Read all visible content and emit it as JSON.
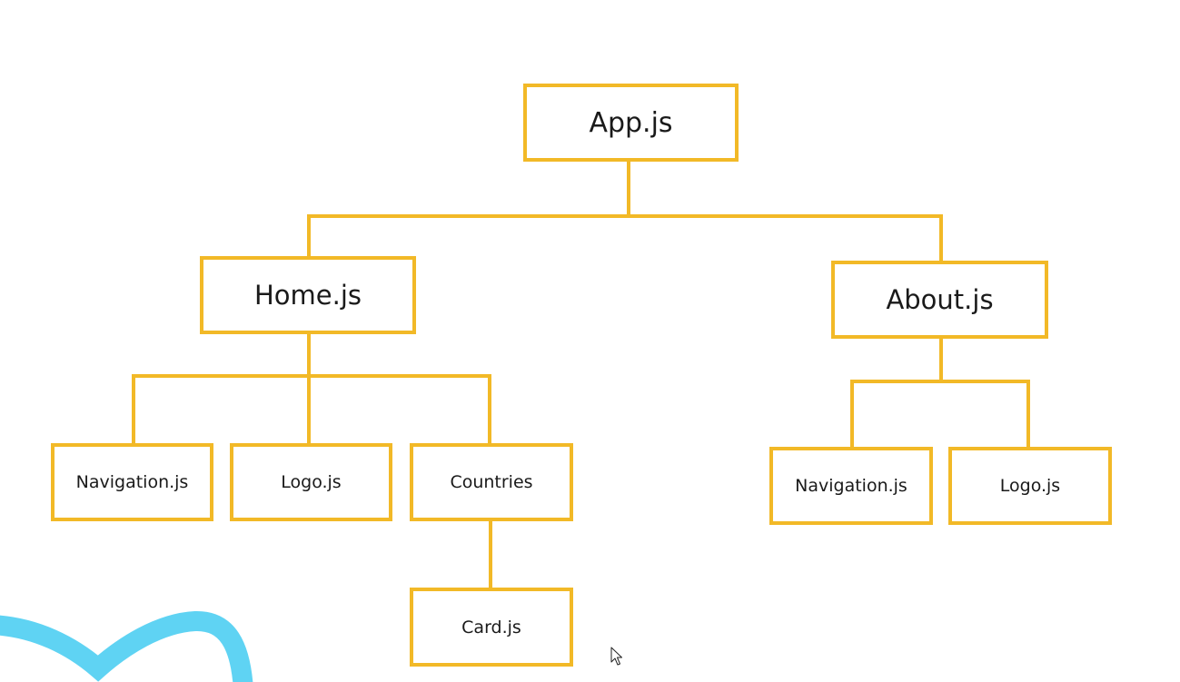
{
  "colors": {
    "box_stroke": "#f2b927",
    "connector": "#f2b927",
    "decoration": "#5fd3f3"
  },
  "tree": {
    "root": {
      "label": "App.js"
    },
    "home": {
      "label": "Home.js",
      "children": {
        "navigation": {
          "label": "Navigation.js"
        },
        "logo": {
          "label": "Logo.js"
        },
        "countries": {
          "label": "Countries",
          "children": {
            "card": {
              "label": "Card.js"
            }
          }
        }
      }
    },
    "about": {
      "label": "About.js",
      "children": {
        "navigation": {
          "label": "Navigation.js"
        },
        "logo": {
          "label": "Logo.js"
        }
      }
    }
  },
  "icons": {
    "pointer": "mouse-pointer-icon",
    "decoration": "blue-swoosh-decoration"
  }
}
